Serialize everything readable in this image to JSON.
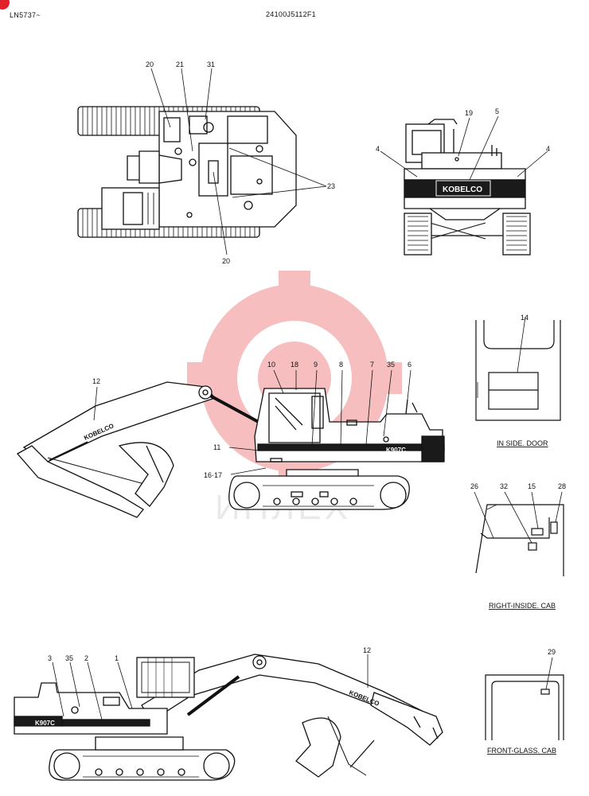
{
  "header": {
    "model_range": "LN5737~",
    "part_number": "24100J5112F1"
  },
  "brand": {
    "logo_text": "KOBELCO",
    "model_badge": "K907C"
  },
  "watermark": {
    "text": "ИНЛЕХ",
    "color": "#f08a8a"
  },
  "top_view": {
    "callouts": [
      "20",
      "21",
      "31",
      "23",
      "20"
    ]
  },
  "rear_view": {
    "callouts": [
      "19",
      "5",
      "4",
      "4"
    ]
  },
  "side_view_left": {
    "callouts": [
      "12",
      "10",
      "18",
      "9",
      "8",
      "7",
      "35",
      "6",
      "11",
      "16·17"
    ]
  },
  "side_view_right": {
    "callouts": [
      "3",
      "35",
      "2",
      "1",
      "12"
    ]
  },
  "insets": {
    "inside_door": {
      "caption": "IN SIDE. DOOR",
      "callouts": [
        "14"
      ]
    },
    "right_inside_cab": {
      "caption": "RIGHT-INSIDE. CAB",
      "callouts": [
        "26",
        "32",
        "15",
        "28"
      ]
    },
    "front_glass_cab": {
      "caption": "FRONT-GLASS. CAB",
      "callouts": [
        "29"
      ]
    }
  }
}
